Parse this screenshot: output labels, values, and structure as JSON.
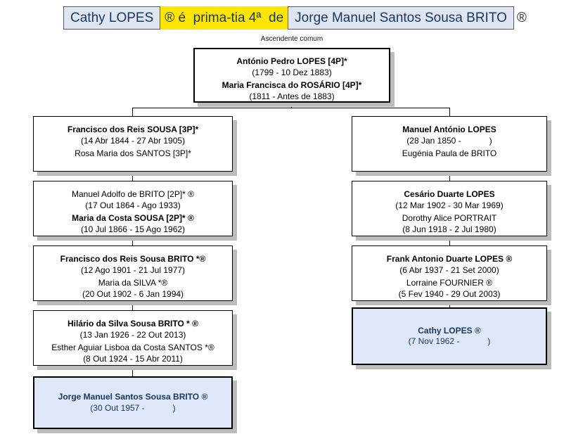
{
  "header": {
    "person_a": "Cathy LOPES",
    "relationship": "® é  prima-tia 4ª  de",
    "person_b": "Jorge Manuel Santos Sousa BRITO",
    "suffix": "®",
    "ancestor_label": "Ascendente comum",
    "colors": {
      "highlight_yellow": "#ffe600",
      "header_box_bg": "#e0e5f3",
      "navy_text": "#17375e",
      "highlight_box_bg": "#dde7f7",
      "shadow": "#bcbcbc"
    }
  },
  "tree": {
    "root": {
      "persons": [
        {
          "name": "António Pedro LOPES [4P]*",
          "dates": "(1799 - 10 Dez 1883)"
        },
        {
          "name": "Maria Francisca do ROSÁRIO [4P]*",
          "dates": "(1811 - Antes de 1883)"
        }
      ]
    },
    "left": [
      {
        "persons": [
          {
            "name": "Francisco dos Reis SOUSA [3P]*",
            "dates": "(14 Abr 1844 - 27 Abr 1905)"
          },
          {
            "name": "Rosa Maria dos SANTOS [3P]*"
          }
        ]
      },
      {
        "persons": [
          {
            "name": "Manuel Adolfo de BRITO [2P]* ®",
            "dates": "(17 Out 1864 - Ago 1933)"
          },
          {
            "name": "Maria da Costa SOUSA [2P]* ®",
            "dates": "(10 Jul 1866 - 15 Ago 1962)"
          }
        ]
      },
      {
        "persons": [
          {
            "name": "Francisco dos Reis Sousa BRITO *®",
            "dates": "(12 Ago 1901 - 21 Jul 1977)"
          },
          {
            "name": "Maria da SILVA *®",
            "dates": "(20 Out 1902 - 6 Jan 1994)"
          }
        ]
      },
      {
        "persons": [
          {
            "name": "Hilário da Silva Sousa BRITO * ®",
            "dates": "(13 Jan 1926 - 22 Out 2013)"
          },
          {
            "name": "Esther Aguiar Lisboa da Costa SANTOS *®",
            "dates": "(8 Out 1924 - 15 Abr 2011)"
          }
        ]
      },
      {
        "persons": [
          {
            "name": "Jorge Manuel Santos Sousa BRITO ®",
            "dates": "(30 Out 1957 -            )"
          }
        ]
      }
    ],
    "right": [
      {
        "persons": [
          {
            "name": "Manuel António LOPES",
            "dates": "(28 Jan 1850 -            )"
          },
          {
            "name": "Eugénia Paula de BRITO"
          }
        ]
      },
      {
        "persons": [
          {
            "name": "Cesário Duarte LOPES",
            "dates": "(12 Mar 1902 - 30 Mar 1969)"
          },
          {
            "name": "Dorothy Alice PORTRAIT",
            "dates": "(8 Jun 1918 - 2 Jul 1980)"
          }
        ]
      },
      {
        "persons": [
          {
            "name": "Frank Antonio Duarte LOPES ®",
            "dates": "(6 Abr 1937 - 21 Set 2000)"
          },
          {
            "name": "Lorraine FOURNIER ®",
            "dates": "(5 Fev 1940 - 29 Out 2003)"
          }
        ]
      },
      {
        "persons": [
          {
            "name": "Cathy LOPES ®",
            "dates": "(7 Nov 1962 -            )"
          }
        ]
      }
    ]
  }
}
